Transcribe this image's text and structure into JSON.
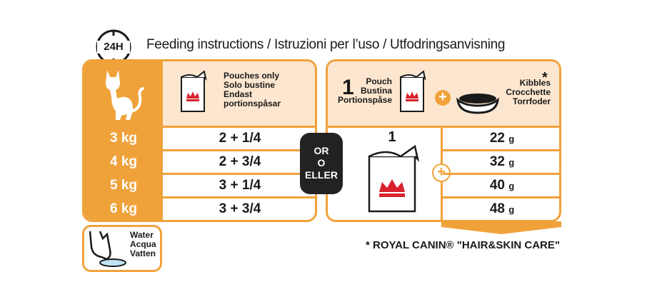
{
  "header": {
    "clock_label": "24H",
    "title": "Feeding instructions / Istruzioni per l’uso / Utfodringsanvisning"
  },
  "left_panel": {
    "pouch_header": [
      "Pouches only",
      "Solo bustine",
      "Endast",
      "portionspåsar"
    ],
    "rows": [
      {
        "weight": "3 kg",
        "amount": "2 + 1/4"
      },
      {
        "weight": "4 kg",
        "amount": "2 + 3/4"
      },
      {
        "weight": "5 kg",
        "amount": "3 + 1/4"
      },
      {
        "weight": "6 kg",
        "amount": "3 + 3/4"
      }
    ]
  },
  "or_badge": [
    "OR",
    "O",
    "ELLER"
  ],
  "right_panel": {
    "pouch_count": "1",
    "pouch_label": [
      "Pouch",
      "Bustina",
      "Portionspåse"
    ],
    "kibbles_label": [
      "Kibbles",
      "Crocchette",
      "Torrfoder"
    ],
    "kibbles_star": "*",
    "big_pouch_count": "1",
    "plus_symbol": "+",
    "unit": "g",
    "kibbles_amounts": [
      "22",
      "32",
      "40",
      "48"
    ]
  },
  "water": [
    "Water",
    "Acqua",
    "Vatten"
  ],
  "footnote": "* ROYAL CANIN® \"HAIR&SKIN CARE\"",
  "colors": {
    "accent": "#f0a23a",
    "cream": "#fde6cf",
    "badge": "#222222",
    "crown": "#d9232e",
    "water": "#bfe3f5"
  }
}
